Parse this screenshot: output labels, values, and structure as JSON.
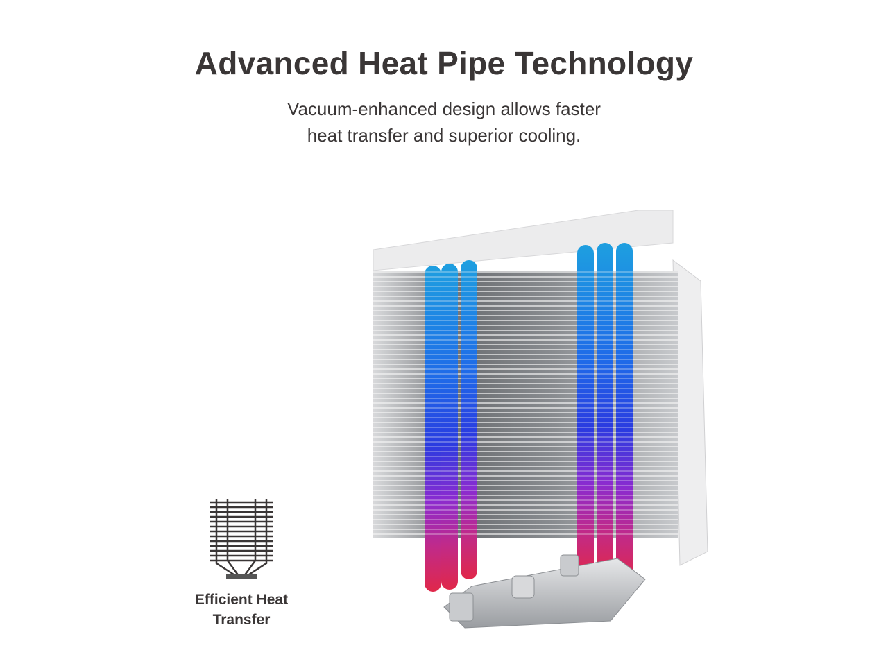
{
  "header": {
    "title": "Advanced Heat Pipe Technology",
    "subtitle_lines": [
      "Vacuum-enhanced design allows faster",
      "heat transfer and superior cooling."
    ]
  },
  "feature": {
    "icon": "heatsink-icon",
    "label_lines": [
      "Efficient Heat",
      "Transfer"
    ]
  },
  "product_image": {
    "subject": "cpu-air-cooler-with-heat-pipes",
    "colors": {
      "pipe_top": "#1e9fe0",
      "pipe_mid": "#2a3be0",
      "pipe_low": "#8a2bd0",
      "pipe_bottom": "#e0284a",
      "fin": "#8e9196",
      "top_cover": "#eceded"
    }
  }
}
